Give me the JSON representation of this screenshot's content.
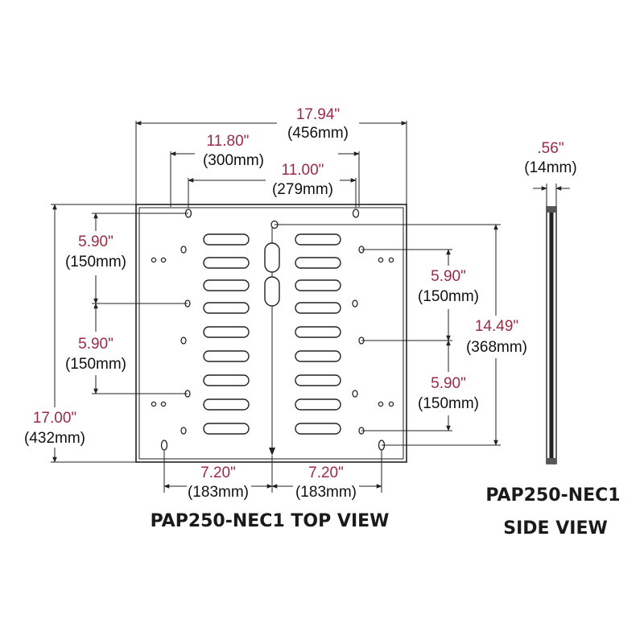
{
  "top_view": {
    "title": "PAP250-NEC1 TOP VIEW",
    "dimensions": {
      "overall_width": {
        "in": "17.94\"",
        "mm": "(456mm)"
      },
      "hole_span_outer": {
        "in": "11.80\"",
        "mm": "(300mm)"
      },
      "hole_span_inner": {
        "in": "11.00\"",
        "mm": "(279mm)"
      },
      "left_vert_upper": {
        "in": "5.90\"",
        "mm": "(150mm)"
      },
      "left_vert_lower": {
        "in": "5.90\"",
        "mm": "(150mm)"
      },
      "overall_height": {
        "in": "17.00\"",
        "mm": "(432mm)"
      },
      "right_vert_upper": {
        "in": "5.90\"",
        "mm": "(150mm)"
      },
      "right_vert_lower": {
        "in": "5.90\"",
        "mm": "(150mm)"
      },
      "right_height": {
        "in": "14.49\"",
        "mm": "(368mm)"
      },
      "bottom_left": {
        "in": "7.20\"",
        "mm": "(183mm)"
      },
      "bottom_right": {
        "in": "7.20\"",
        "mm": "(183mm)"
      }
    }
  },
  "side_view": {
    "title_line1": "PAP250-NEC1",
    "title_line2": "SIDE VIEW",
    "thickness": {
      "in": ".56\"",
      "mm": "(14mm)"
    }
  }
}
